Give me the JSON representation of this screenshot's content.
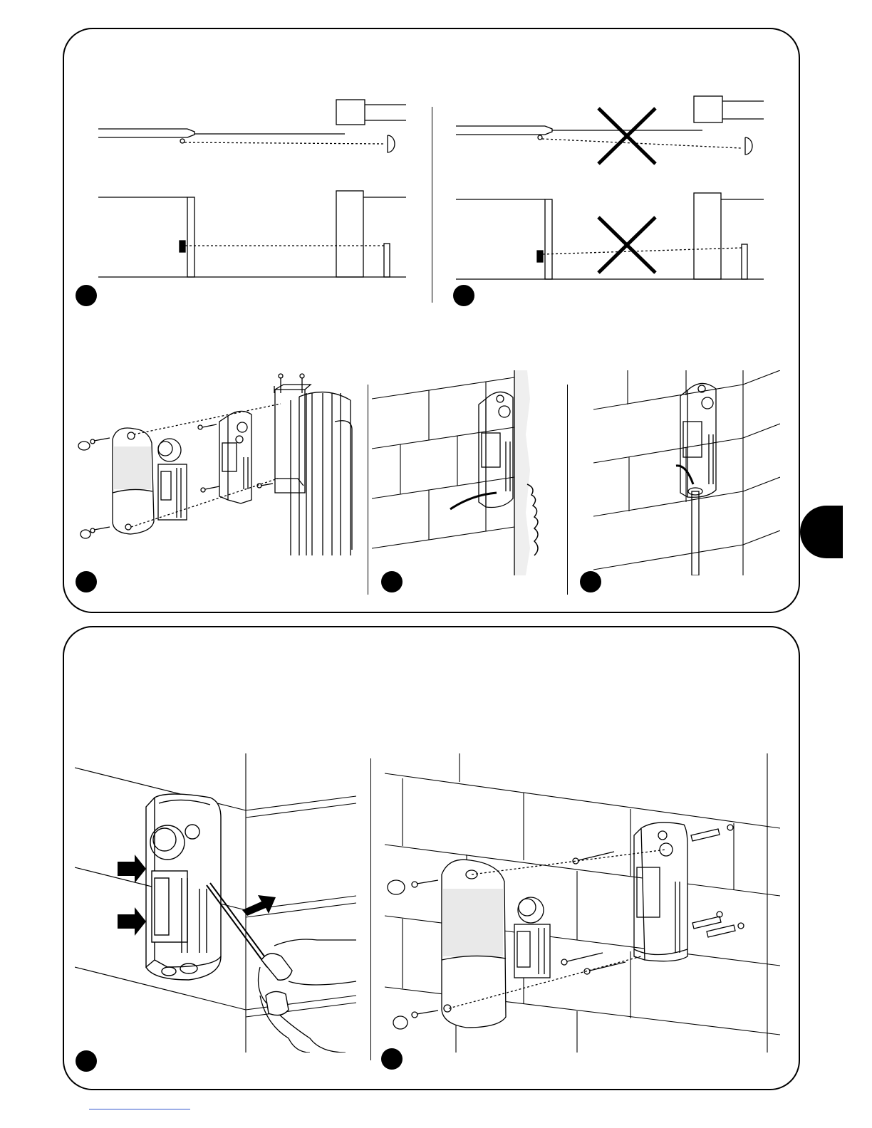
{
  "colors": {
    "ink": "#000000",
    "paper": "#ffffff",
    "speckle": "#777777",
    "footer_rule": "#3355cc"
  },
  "figures": [
    {
      "name": "correct-alignment",
      "crossed": false
    },
    {
      "name": "incorrect-alignment",
      "crossed": true
    },
    {
      "name": "exploded-post-mount",
      "crossed": false
    },
    {
      "name": "wall-mount-surface-cable",
      "crossed": false
    },
    {
      "name": "wall-mount-pipe-cable",
      "crossed": false
    },
    {
      "name": "opening-cover",
      "crossed": false
    },
    {
      "name": "exploded-wall-mount",
      "crossed": false
    }
  ],
  "icons": [
    "cross-icon",
    "arrow-icon",
    "screw-icon",
    "wall-plug-icon",
    "screwdriver-icon"
  ]
}
